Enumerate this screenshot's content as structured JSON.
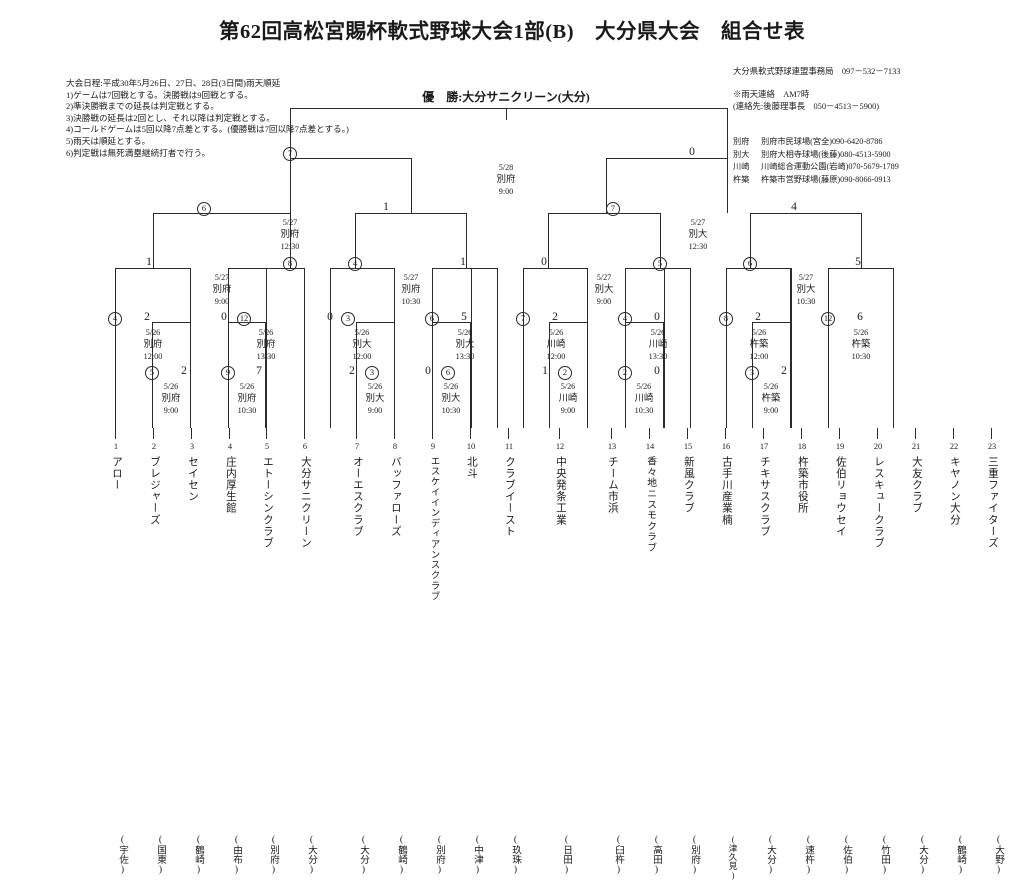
{
  "title": "第62回高松宮賜杯軟式野球大会1部(B)　大分県大会　組合せ表",
  "champion": "優　勝:大分サニクリーン(大分)",
  "rules": [
    "大会日程:平成30年5月26日、27日、28日(3日間)雨天順延",
    "1)ゲームは7回戦とする。決勝戦は9回戦とする。",
    "2)準決勝戦までの延長は判定戦とする。",
    "3)決勝戦の延長は2回とし、それ以降は判定戦とする。",
    "4)コールドゲームは5回以降7点差とする。(優勝戦は7回以降7点差とする。)",
    "5)雨天は順延とする。",
    "6)判定戦は無死満塁継続打者で行う。"
  ],
  "contact": {
    "org": "大分県軟式野球連盟事務局　097－532－7133",
    "weather_line1": "※雨天連絡　AM7時",
    "weather_line2": "(連絡先:後藤理事長　050－4513－5900)"
  },
  "venues": [
    {
      "short": "別府",
      "detail": "別府市民球場(宮全)090-6420-8786"
    },
    {
      "short": "別大",
      "detail": "別府大相寺球場(後藤)080-4513-5900"
    },
    {
      "short": "川崎",
      "detail": "川崎総合運動公園(岩崎)070-5679-1789"
    },
    {
      "short": "杵築",
      "detail": "杵築市営野球場(藤原)090-8066-0913"
    }
  ],
  "teams": [
    {
      "no": "1",
      "name": "アロー",
      "city": "(宇佐)"
    },
    {
      "no": "2",
      "name": "ブレジャーズ",
      "city": "(国東)"
    },
    {
      "no": "3",
      "name": "セイセン",
      "city": "(鶴崎)"
    },
    {
      "no": "4",
      "name": "庄内厚生館",
      "city": "(由布)"
    },
    {
      "no": "5",
      "name": "エトーシンクラブ",
      "city": "(別府)"
    },
    {
      "no": "6",
      "name": "大分サニクリーン",
      "city": "(大分)"
    },
    {
      "no": "7",
      "name": "オーエスクラブ",
      "city": "(大分)"
    },
    {
      "no": "8",
      "name": "バッファローズ",
      "city": "(鶴崎)"
    },
    {
      "no": "9",
      "name": "エスケイインディアンスクラブ",
      "city": "(別府)"
    },
    {
      "no": "10",
      "name": "北斗",
      "city": "(中津)"
    },
    {
      "no": "11",
      "name": "クラブイースト",
      "city": "(玖珠)"
    },
    {
      "no": "12",
      "name": "中央発条工業",
      "city": "(日田)"
    },
    {
      "no": "13",
      "name": "チーム市浜",
      "city": "(臼杵)"
    },
    {
      "no": "14",
      "name": "香々地ニスモクラブ",
      "city": "(高田)"
    },
    {
      "no": "15",
      "name": "新風クラブ",
      "city": "(別府)"
    },
    {
      "no": "16",
      "name": "古手川産業楠",
      "city": "(津久見)"
    },
    {
      "no": "17",
      "name": "チキサスクラブ",
      "city": "(大分)"
    },
    {
      "no": "18",
      "name": "杵築市役所",
      "city": "(速杵)"
    },
    {
      "no": "19",
      "name": "佐伯リョウセイ",
      "city": "(佐伯)"
    },
    {
      "no": "20",
      "name": "レスキュークラブ",
      "city": "(竹田)"
    },
    {
      "no": "21",
      "name": "大友クラブ",
      "city": "(大分)"
    },
    {
      "no": "22",
      "name": "キヤノン大分",
      "city": "(鶴崎)"
    },
    {
      "no": "23",
      "name": "三重ファイターズ",
      "city": "(大野)"
    }
  ],
  "matches": {
    "r1": [
      {
        "id": "m5",
        "gno": "5",
        "date": "5/26",
        "venue": "別府",
        "time": "9:00",
        "left_score": "",
        "right_score": "2"
      },
      {
        "id": "m9",
        "gno": "9",
        "date": "5/26",
        "venue": "別府",
        "time": "10:30",
        "left_score": "",
        "right_score": "7"
      },
      {
        "id": "m3",
        "gno": "3",
        "date": "5/26",
        "venue": "別大",
        "time": "9:00",
        "left_score": "2",
        "right_score": ""
      },
      {
        "id": "m6",
        "gno": "6",
        "date": "5/26",
        "venue": "別大",
        "time": "10:30",
        "left_score": "0",
        "right_score": ""
      },
      {
        "id": "m2",
        "gno": "2",
        "date": "5/26",
        "venue": "川崎",
        "time": "9:00",
        "left_score": "1",
        "right_score": ""
      },
      {
        "id": "m2b",
        "gno": "2",
        "date": "5/26",
        "venue": "川崎",
        "time": "10:30",
        "left_score": "",
        "right_score": "0"
      },
      {
        "id": "m3b",
        "gno": "3",
        "date": "5/26",
        "venue": "杵築",
        "time": "9:00",
        "left_score": "",
        "right_score": "2"
      }
    ],
    "r2": [
      {
        "id": "q1",
        "gno": "4",
        "date": "5/26",
        "venue": "別府",
        "time": "12:00",
        "left_score": "",
        "right_score": "2"
      },
      {
        "id": "q2",
        "gno": "12",
        "date": "5/26",
        "venue": "別府",
        "time": "13:30",
        "left_score": "0",
        "right_score": ""
      },
      {
        "id": "q3",
        "gno": "3",
        "date": "5/26",
        "venue": "別大",
        "time": "12:00",
        "left_score": "0",
        "right_score": ""
      },
      {
        "id": "q4",
        "gno": "6",
        "date": "5/26",
        "venue": "別大",
        "time": "13:30",
        "left_score": "",
        "right_score": "5"
      },
      {
        "id": "q5",
        "gno": "7",
        "date": "5/26",
        "venue": "川崎",
        "time": "12:00",
        "left_score": "",
        "right_score": "2"
      },
      {
        "id": "q6",
        "gno": "4",
        "date": "5/26",
        "venue": "川崎",
        "time": "13:30",
        "left_score": "",
        "right_score": "0"
      },
      {
        "id": "q7",
        "gno": "8",
        "date": "5/26",
        "venue": "杵築",
        "time": "12:00",
        "left_score": "",
        "right_score": "2"
      },
      {
        "id": "q8",
        "gno": "12",
        "date": "5/26",
        "venue": "杵築",
        "time": "10:30",
        "left_score": "",
        "right_score": "6"
      }
    ],
    "r3": [
      {
        "id": "s1",
        "date": "5/27",
        "venue": "別府",
        "time": "9:00",
        "left_score": "1",
        "right_gno": "8"
      },
      {
        "id": "s2",
        "date": "5/27",
        "venue": "別府",
        "time": "10:30",
        "left_gno": "4",
        "right_score": "1"
      },
      {
        "id": "s3",
        "date": "5/27",
        "venue": "別大",
        "time": "9:00",
        "left_score": "0",
        "right_gno": "5"
      },
      {
        "id": "s4",
        "date": "5/27",
        "venue": "別大",
        "time": "10:30",
        "left_gno": "6",
        "right_score": "5"
      }
    ],
    "r4": [
      {
        "id": "f1",
        "date": "5/27",
        "venue": "別府",
        "time": "12:30",
        "left_gno": "6",
        "right_score": "1"
      },
      {
        "id": "f2",
        "date": "5/27",
        "venue": "別大",
        "time": "12:30",
        "left_gno": "7",
        "right_score": "4"
      }
    ],
    "final": {
      "id": "ff",
      "date": "5/28",
      "venue": "別府",
      "time": "9:00",
      "left_gno": "7",
      "right_score": "0"
    }
  }
}
